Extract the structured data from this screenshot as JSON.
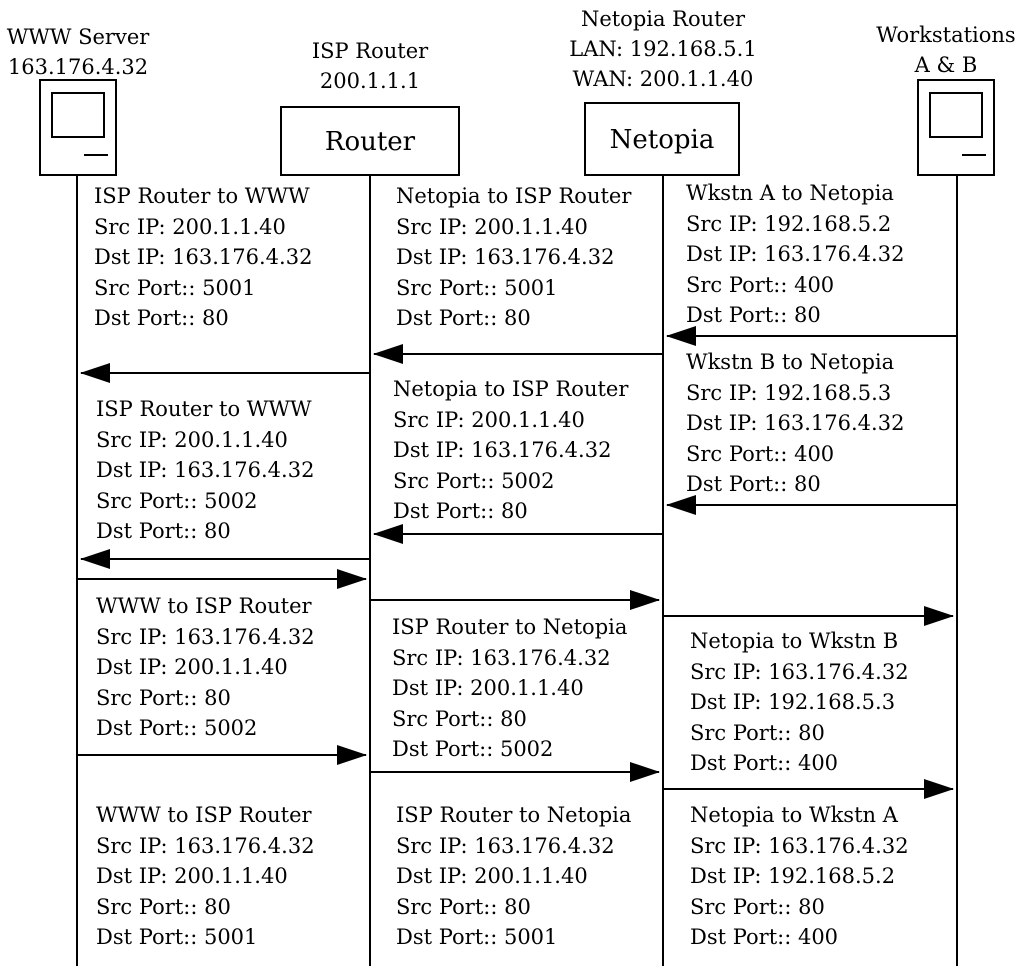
{
  "nodes": {
    "www_server": {
      "name": "WWW Server",
      "ip": "163.176.4.32"
    },
    "isp_router": {
      "name": "ISP Router",
      "ip": "200.1.1.1",
      "box_label": "Router"
    },
    "netopia": {
      "name": "Netopia Router",
      "lan": "LAN: 192.168.5.1",
      "wan": "WAN: 200.1.1.40",
      "box_label": "Netopia"
    },
    "workstations": {
      "name": "Workstations",
      "sub": "A & B"
    }
  },
  "messages": [
    {
      "title": "Wkstn A to Netopia",
      "src_ip": "Src IP: 192.168.5.2",
      "dst_ip": "Dst IP: 163.176.4.32",
      "src_port": "Src Port:: 400",
      "dst_port": "Dst Port:: 80"
    },
    {
      "title": "Netopia to ISP Router",
      "src_ip": "Src IP: 200.1.1.40",
      "dst_ip": "Dst IP: 163.176.4.32",
      "src_port": "Src Port:: 5001",
      "dst_port": "Dst Port:: 80"
    },
    {
      "title": "ISP Router to WWW",
      "src_ip": "Src IP: 200.1.1.40",
      "dst_ip": "Dst IP: 163.176.4.32",
      "src_port": "Src Port:: 5001",
      "dst_port": "Dst Port:: 80"
    },
    {
      "title": "Wkstn B to Netopia",
      "src_ip": "Src IP: 192.168.5.3",
      "dst_ip": "Dst IP: 163.176.4.32",
      "src_port": "Src Port:: 400",
      "dst_port": "Dst Port:: 80"
    },
    {
      "title": "Netopia to ISP Router",
      "src_ip": "Src IP: 200.1.1.40",
      "dst_ip": "Dst IP: 163.176.4.32",
      "src_port": "Src Port:: 5002",
      "dst_port": "Dst Port:: 80"
    },
    {
      "title": "ISP Router to WWW",
      "src_ip": "Src IP: 200.1.1.40",
      "dst_ip": "Dst IP: 163.176.4.32",
      "src_port": "Src Port:: 5002",
      "dst_port": "Dst Port:: 80"
    },
    {
      "title": "WWW to ISP Router",
      "src_ip": "Src IP: 163.176.4.32",
      "dst_ip": "Dst IP: 200.1.1.40",
      "src_port": "Src Port:: 80",
      "dst_port": "Dst Port:: 5002"
    },
    {
      "title": "ISP Router to Netopia",
      "src_ip": "Src IP: 163.176.4.32",
      "dst_ip": "Dst IP: 200.1.1.40",
      "src_port": "Src Port:: 80",
      "dst_port": "Dst Port:: 5002"
    },
    {
      "title": "Netopia to Wkstn B",
      "src_ip": "Src IP: 163.176.4.32",
      "dst_ip": "Dst IP: 192.168.5.3",
      "src_port": "Src Port:: 80",
      "dst_port": "Dst Port:: 400"
    },
    {
      "title": "WWW to ISP Router",
      "src_ip": "Src IP: 163.176.4.32",
      "dst_ip": "Dst IP: 200.1.1.40",
      "src_port": "Src Port:: 80",
      "dst_port": "Dst Port:: 5001"
    },
    {
      "title": "ISP Router to Netopia",
      "src_ip": "Src IP: 163.176.4.32",
      "dst_ip": "Dst IP: 200.1.1.40",
      "src_port": "Src Port:: 80",
      "dst_port": "Dst Port:: 5001"
    },
    {
      "title": "Netopia to Wkstn A",
      "src_ip": "Src IP: 163.176.4.32",
      "dst_ip": "Dst IP: 192.168.5.2",
      "src_port": "Src Port:: 80",
      "dst_port": "Dst Port:: 400"
    }
  ]
}
